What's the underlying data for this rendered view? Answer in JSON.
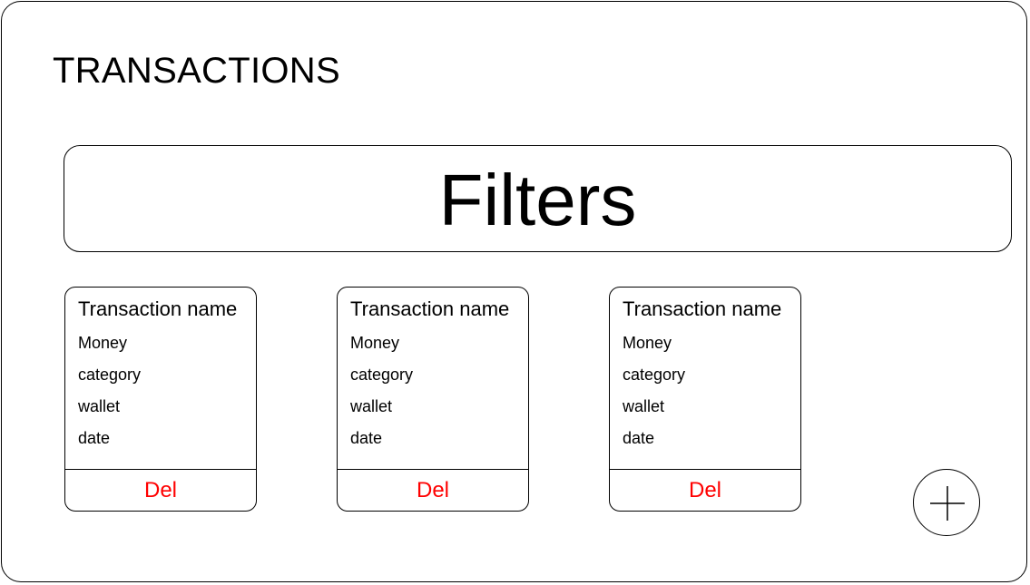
{
  "header": {
    "title": "TRANSACTIONS"
  },
  "filters": {
    "label": "Filters"
  },
  "transactions": [
    {
      "name": "Transaction name",
      "money": "Money",
      "category": "category",
      "wallet": "wallet",
      "date": "date",
      "delete_label": "Del"
    },
    {
      "name": "Transaction name",
      "money": "Money",
      "category": "category",
      "wallet": "wallet",
      "date": "date",
      "delete_label": "Del"
    },
    {
      "name": "Transaction name",
      "money": "Money",
      "category": "category",
      "wallet": "wallet",
      "date": "date",
      "delete_label": "Del"
    }
  ],
  "add_button": {
    "icon": "plus-icon"
  },
  "colors": {
    "border": "#000000",
    "text": "#000000",
    "delete": "#ff0000",
    "background": "#ffffff"
  }
}
